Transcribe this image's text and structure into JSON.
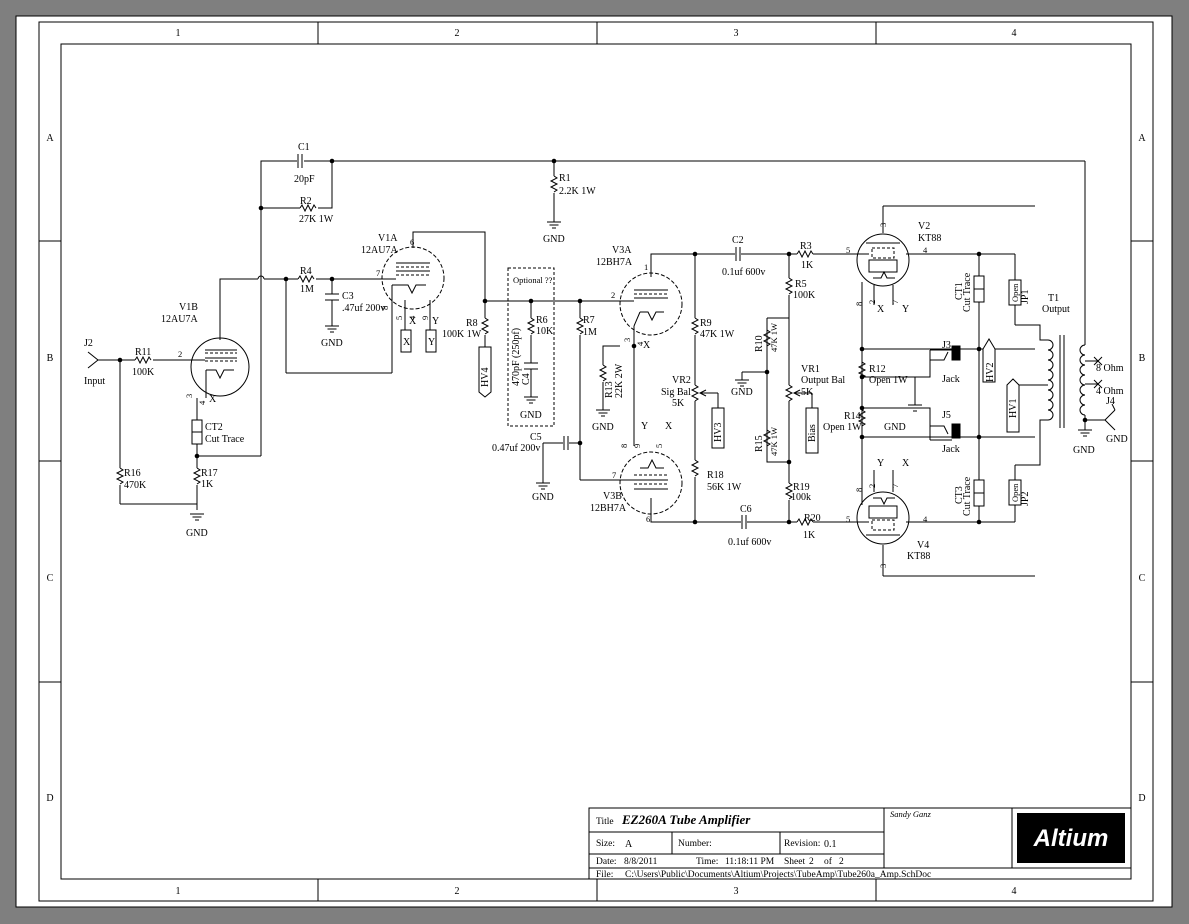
{
  "zones": {
    "columns": [
      "1",
      "2",
      "3",
      "4"
    ],
    "rows": [
      "A",
      "B",
      "C",
      "D"
    ]
  },
  "components": {
    "c1": {
      "ref": "C1",
      "value": "20pF"
    },
    "r2": {
      "ref": "R2",
      "value": "27K 1W"
    },
    "r1": {
      "ref": "R1",
      "value": "2.2K 1W"
    },
    "gnd": "GND",
    "v1a": {
      "ref": "V1A",
      "type": "12AU7A"
    },
    "v1b": {
      "ref": "V1B",
      "type": "12AU7A"
    },
    "r4": {
      "ref": "R4",
      "value": "1M"
    },
    "c3": {
      "ref": "C3",
      "value": ".47uf 200v"
    },
    "r8": {
      "ref": "R8",
      "value": "100K 1W"
    },
    "optional": "Optional ??",
    "r6": {
      "ref": "R6",
      "value": "10K"
    },
    "c4": {
      "ref": "C4",
      "value": "470pF (250pf)"
    },
    "r7": {
      "ref": "R7",
      "value": "1M"
    },
    "c5": {
      "ref": "C5",
      "value": "0.47uf 200v"
    },
    "v3a": {
      "ref": "V3A",
      "type": "12BH7A"
    },
    "v3b": {
      "ref": "V3B",
      "type": "12BH7A"
    },
    "c2": {
      "ref": "C2",
      "value": "0.1uf 600v"
    },
    "c6": {
      "ref": "C6",
      "value": "0.1uf 600v"
    },
    "r9": {
      "ref": "R9",
      "value": "47K 1W"
    },
    "r13": {
      "ref": "R13",
      "value": "22K 2W"
    },
    "r18": {
      "ref": "R18",
      "value": "56K 1W"
    },
    "vr2": {
      "ref": "VR2",
      "name": "Sig Bal",
      "value": "5K"
    },
    "r3": {
      "ref": "R3",
      "value": "1K"
    },
    "r5": {
      "ref": "R5",
      "value": "100K"
    },
    "r10": {
      "ref": "R10",
      "value": "47K 1W"
    },
    "r15": {
      "ref": "R15",
      "value": "47K 1W"
    },
    "r19": {
      "ref": "R19",
      "value": "100k"
    },
    "r20": {
      "ref": "R20",
      "value": "1K"
    },
    "vr1": {
      "ref": "VR1",
      "name": "Output Bal",
      "value": "5K"
    },
    "v2": {
      "ref": "V2",
      "type": "KT88"
    },
    "v4": {
      "ref": "V4",
      "type": "KT88"
    },
    "r12": {
      "ref": "R12",
      "value": "Open 1W"
    },
    "r14": {
      "ref": "R14",
      "value": "Open 1W"
    },
    "j3": {
      "ref": "J3",
      "value": "Jack"
    },
    "j5": {
      "ref": "J5",
      "value": "Jack"
    },
    "ct1": {
      "ref": "CT1",
      "value": "Cut Trace"
    },
    "ct2": {
      "ref": "CT2",
      "value": "Cut Trace"
    },
    "ct3": {
      "ref": "CT3",
      "value": "Cut Trace"
    },
    "jp1": {
      "ref": "JP1",
      "value": "Open"
    },
    "jp2": {
      "ref": "JP2",
      "value": "Open"
    },
    "t1": {
      "ref": "T1",
      "value": "Output"
    },
    "j2": {
      "ref": "J2",
      "value": "Input"
    },
    "r11": {
      "ref": "R11",
      "value": "100K"
    },
    "r16": {
      "ref": "R16",
      "value": "470K"
    },
    "r17": {
      "ref": "R17",
      "value": "1K"
    },
    "j4": {
      "ref": "J4"
    },
    "ohm8": "8 Ohm",
    "ohm4": "4 Ohm"
  },
  "ports": {
    "hv1": "HV1",
    "hv2": "HV2",
    "hv3": "HV3",
    "hv4": "HV4",
    "bias": "Bias",
    "x": "X",
    "y": "Y"
  },
  "pins": {
    "p1": "1",
    "p2": "2",
    "p3": "3",
    "p4": "4",
    "p5": "5",
    "p6": "6",
    "p7": "7",
    "p8": "8",
    "p9": "9"
  },
  "title_block": {
    "title_label": "Title",
    "title": "EZ260A Tube Amplifier",
    "author": "Sandy Ganz",
    "size_label": "Size:",
    "size": "A",
    "number_label": "Number:",
    "revision_label": "Revision:",
    "revision": "0.1",
    "date_label": "Date:",
    "date": "8/8/2011",
    "time_label": "Time:",
    "time": "11:18:11 PM",
    "sheet_label": "Sheet",
    "sheet": "2",
    "of_label": "of",
    "sheets": "2",
    "file_label": "File:",
    "file": "C:\\Users\\Public\\Documents\\Altium\\Projects\\TubeAmp\\Tube260a_Amp.SchDoc",
    "logo": "Altium"
  }
}
